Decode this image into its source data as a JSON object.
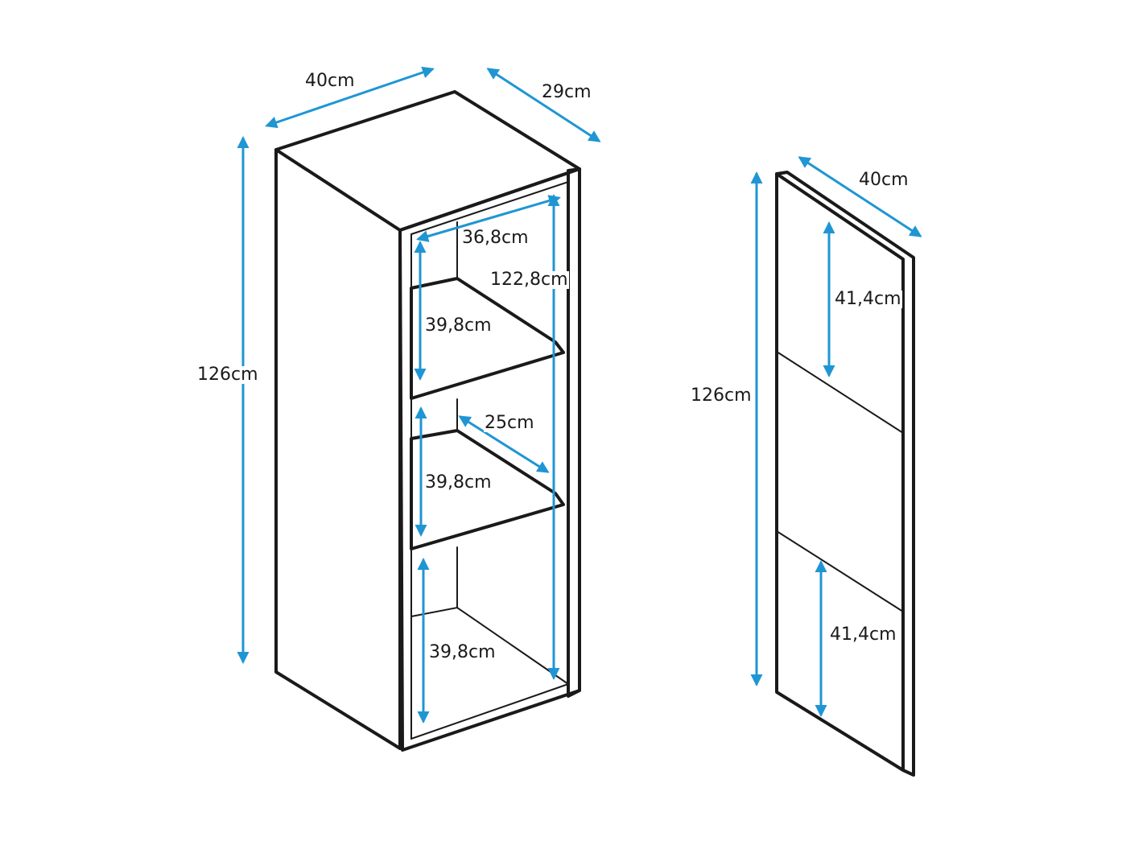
{
  "colors": {
    "outline": "#1a1a1a",
    "dimension_arrow": "#1f96d3",
    "background": "#ffffff"
  },
  "cabinet": {
    "width_label": "40cm",
    "depth_label": "29cm",
    "height_label": "126cm",
    "inner_width_label": "36,8cm",
    "inner_height_label": "122,8cm",
    "shelf_depth_label": "25cm",
    "compartment_top_label": "39,8cm",
    "compartment_middle_label": "39,8cm",
    "compartment_bottom_label": "39,8cm"
  },
  "door": {
    "width_label": "40cm",
    "height_label": "126cm",
    "top_section_label": "41,4cm",
    "bottom_section_label": "41,4cm"
  }
}
